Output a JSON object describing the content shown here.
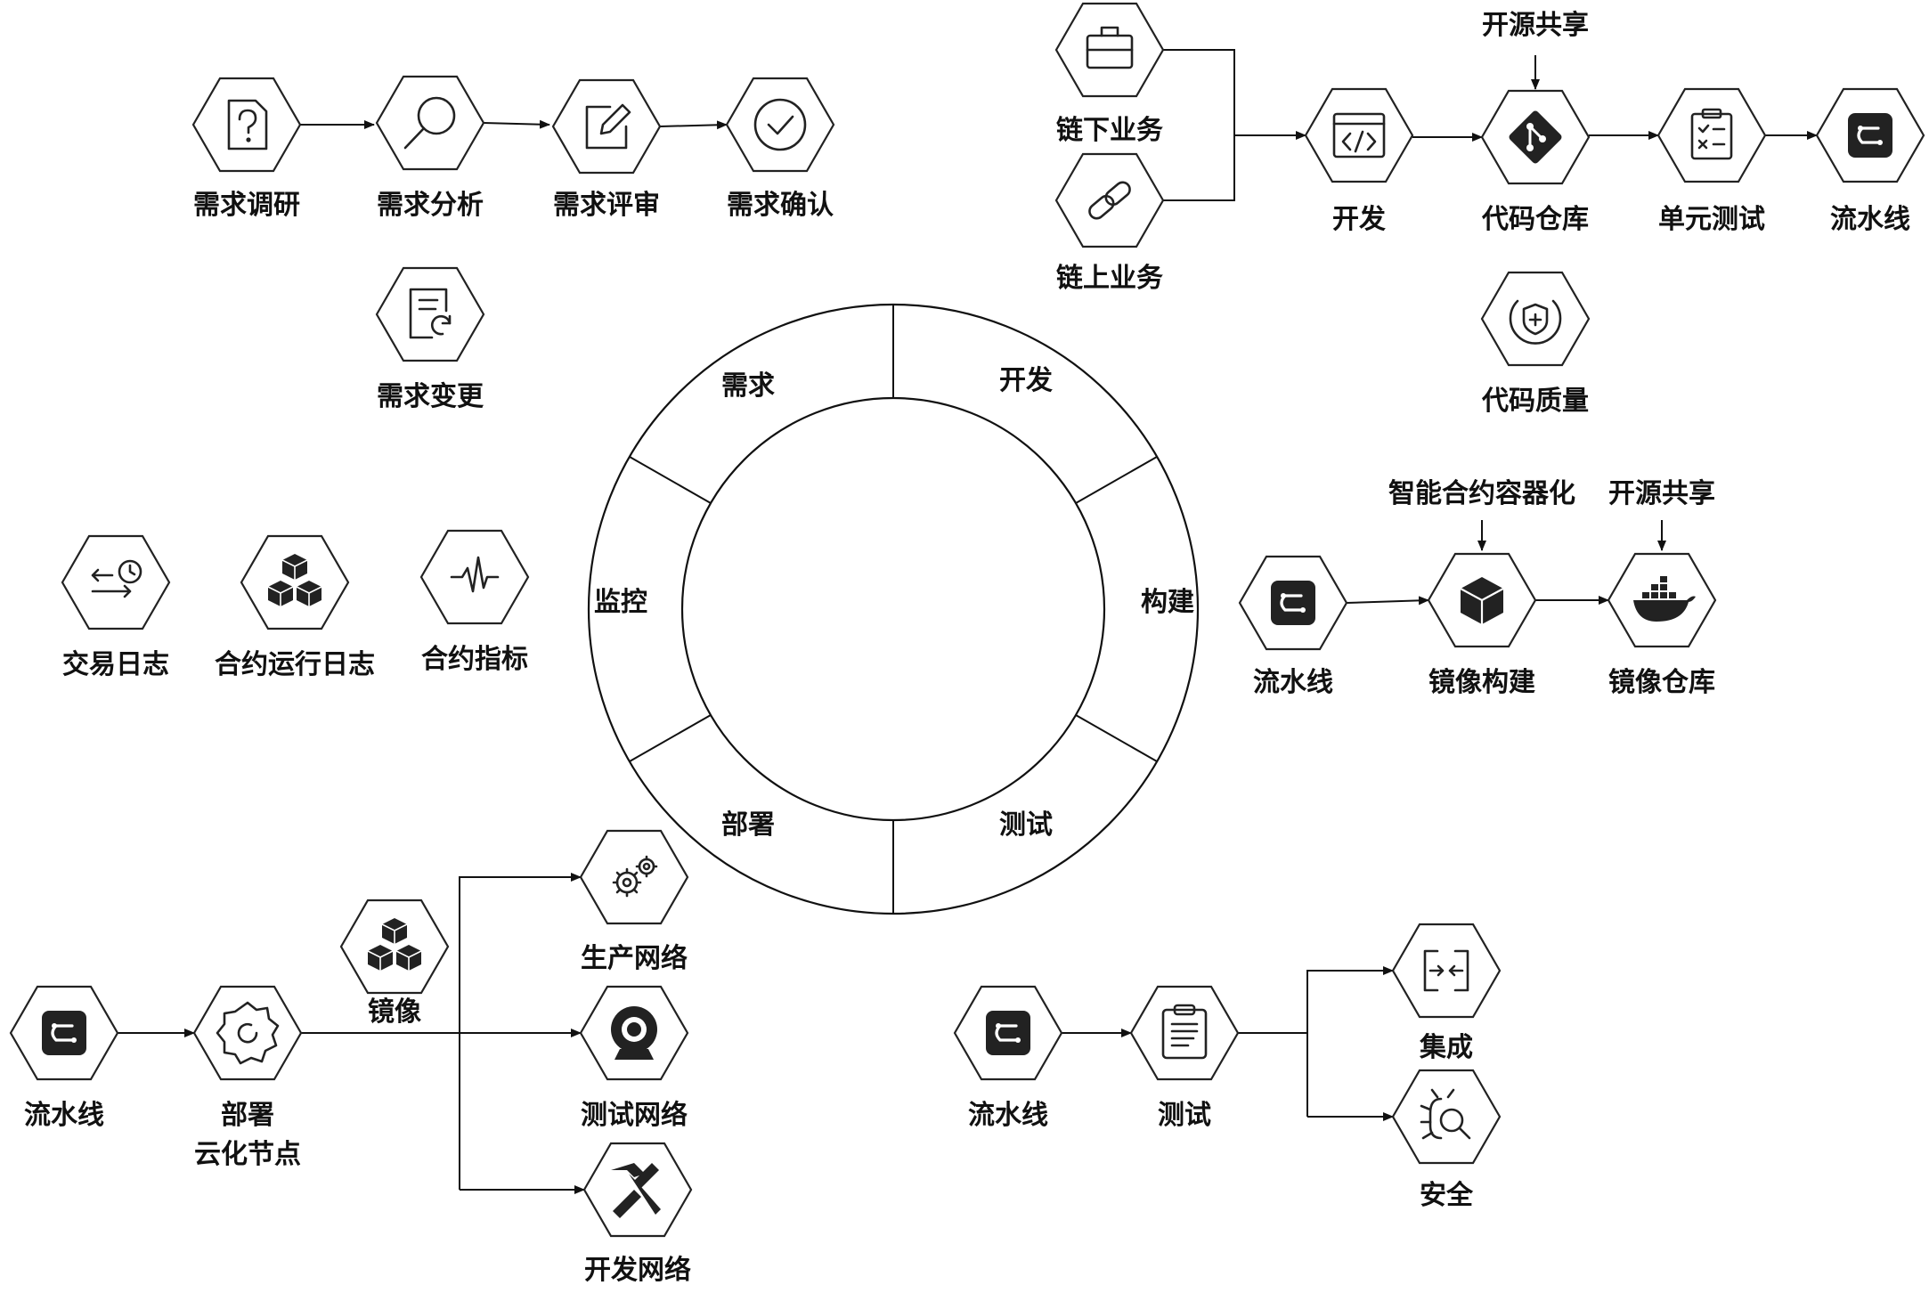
{
  "ring": {
    "segments": [
      "需求",
      "开发",
      "构建",
      "测试",
      "部署",
      "监控"
    ]
  },
  "requirements": {
    "survey": "需求调研",
    "analysis": "需求分析",
    "review": "需求评审",
    "confirm": "需求确认",
    "change": "需求变更"
  },
  "development": {
    "offchain": "链下业务",
    "onchain": "链上业务",
    "develop": "开发",
    "code_repo": "代码仓库",
    "unit_test": "单元测试",
    "pipeline": "流水线",
    "code_quality": "代码质量",
    "open_source": "开源共享"
  },
  "build": {
    "pipeline": "流水线",
    "image_build": "镜像构建",
    "image_repo": "镜像仓库",
    "containerize": "智能合约容器化",
    "open_source": "开源共享"
  },
  "monitoring": {
    "tx_log": "交易日志",
    "contract_log": "合约运行日志",
    "contract_metrics": "合约指标"
  },
  "deploy": {
    "pipeline": "流水线",
    "deploy_line1": "部署",
    "deploy_line2": "云化节点",
    "image": "镜像",
    "prod_net": "生产网络",
    "test_net": "测试网络",
    "dev_net": "开发网络"
  },
  "testing": {
    "pipeline": "流水线",
    "test": "测试",
    "integration": "集成",
    "security": "安全"
  }
}
